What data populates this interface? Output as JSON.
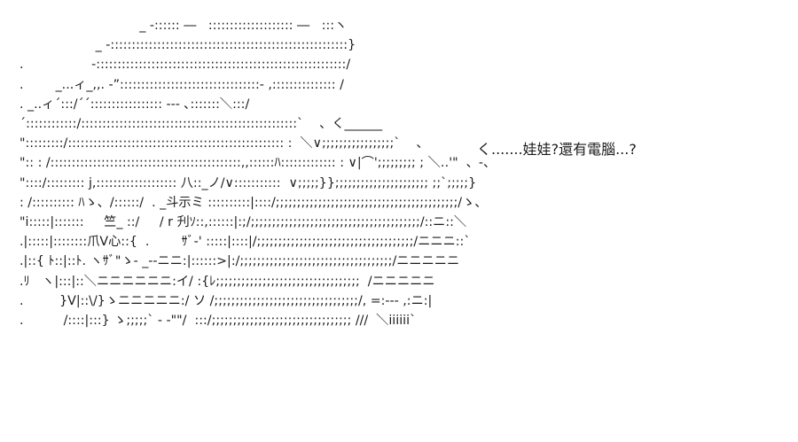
{
  "art": {
    "lines": [
      "                              _ -:::::: ―   :::::::::::::::::::: ―   :::ヽ",
      "                   _ -::::::::::::::::::::::::::::::::::::::::::::::::::::::::}",
      ".                 -:::::::::::::::::::::::::::::::::::::::::::::::::::::::::::/",
      ".        _...ィ_,,. -”:::::::::::::::::::::::::::::::::‐ ,::::::::::::::: /",
      ". _..ィ´:::/´´::::::::::::::::: ‐‐‐ ､:::::::＼:::/",
      "´::::::::::::/:::::::::::::::::::::::::::::::::::::::::::::::::::`    、く______        く.......娃娃?還有電腦...?",
      "\":::::::::/::::::::::::::::::::::::::::::::::::::::::::::::::: :  ＼∨;;;;;;;;;;;;;;;;;`    、",
      "\":: : /:::::::::::::::::::::::::::::::::::::::::::::,,::::::ﾊ::::::::::::: : ∨|⌒';;;;;;;;; ; ＼‥'\"  、‐、",
      "\"::::/::::::::: j,::::::::::::::::::: 八::_ノ/∨:::::::::::  ∨;;;;;}};;;;;;;;;;;;;;;;;;;;;; ;;`;;;;;}",
      ": /:::::::::: ﾊゝ、/::::::/  . _斗示ミ ::::::::::|::::/;;;;;;;;;;;;;;;;;;;;;;;;;;;;;;;;;;;;;;;;;;;/ゝ、",
      "\"i:::::|:::::::     竺_ ::/     / r 刋ｿ::,::::::|:;/;;;;;;;;;;;;;;;;;;;;;;;;;;;;;;;;;;;;;;;;/::ニ::＼",
      ".|:::::|::::::::爪V心::{  .        ｻﾞ‐' :::::|::::|/;;;;;;;;;;;;;;;;;;;;;;;;;;;;;;;;;;;;;/ニニニ::`",
      ".|::{ ﾄ::|::ﾄ. ヽｻﾞ\"ゝ‐ _‐‐ニニ:|::::::>|:/;;;;;;;;;;;;;;;;;;;;;;;;;;;;;;;;;;;;/ニニニニニ",
      ".ﾘ   ヽ|:::|::＼ニニニニニニ:イ/ :{ﾚ;;;;;;;;;;;;;;;;;;;;;;;;;;;;;;;;;;  /ニニニニニ",
      ".         }V|::\\/}ゝニニニニニ:/ ソ /;;;;;;;;;;;;;;;;;;;;;;;;;;;;;;;;;;/, =:‐‐‐ ,:ニ:|",
      ".          /::::|:::} ゝ;;;;;` ‐ -\"\"/  :::/;;;;;;;;;;;;;;;;;;;;;;;;;;;;;;;;; ///  ＼iiiiii`"
    ]
  },
  "speech": {
    "text": "く.......娃娃?還有電腦...?"
  }
}
